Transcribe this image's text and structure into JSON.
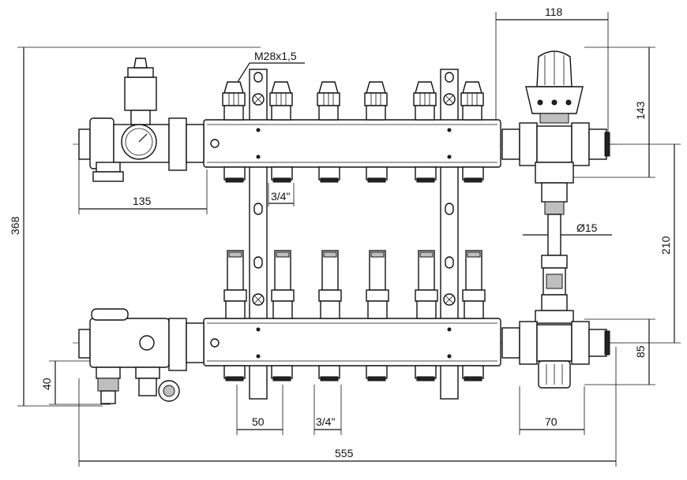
{
  "dimensions": {
    "overall_height": "368",
    "overall_width": "555",
    "right_assembly_width": "118",
    "thermostat_height": "143",
    "bar_spacing": "210",
    "lower_offset": "85",
    "pipe_diameter": "Ø15",
    "left_assembly_width": "135",
    "outlet_pitch": "50",
    "outlet_thread_top": "3/4\"",
    "outlet_thread_bottom": "3/4\"",
    "valve_height": "40",
    "valve_offset": "70",
    "valve_thread": "M28x1,5"
  }
}
